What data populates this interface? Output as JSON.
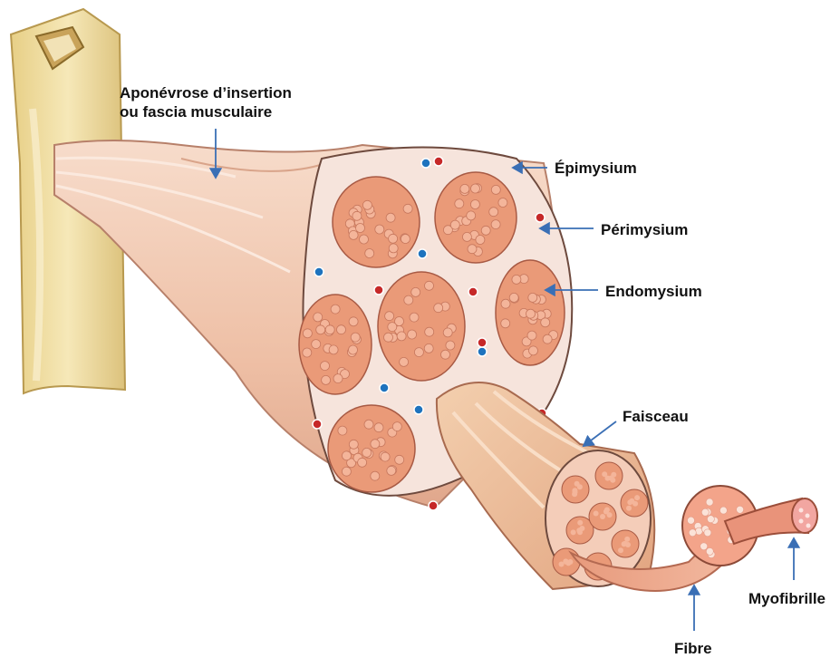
{
  "labels": {
    "aponevrose_line1": "Aponévrose d’insertion",
    "aponevrose_line2": "ou fascia musculaire",
    "epimysium": "Épimysium",
    "perimysium": "Périmysium",
    "endomysium": "Endomysium",
    "faisceau": "Faisceau",
    "myofibrille": "Myofibrille",
    "fibre": "Fibre"
  },
  "colors": {
    "bone": "#f1dfa5",
    "bone_shadow": "#d9c07a",
    "muscle_sheath": "#f0c9b0",
    "muscle_sheath_dark": "#d99c80",
    "cross_section_bg": "#f6e4dc",
    "fascicle": "#ea9a78",
    "fiber": "#f4b59a",
    "myofibril_dot": "#fbe3d8",
    "artery": "#c62828",
    "vein": "#1e73be",
    "arrow": "#3a6fb5"
  },
  "icons": [
    "bone-icon",
    "artery-icon",
    "vein-icon"
  ]
}
